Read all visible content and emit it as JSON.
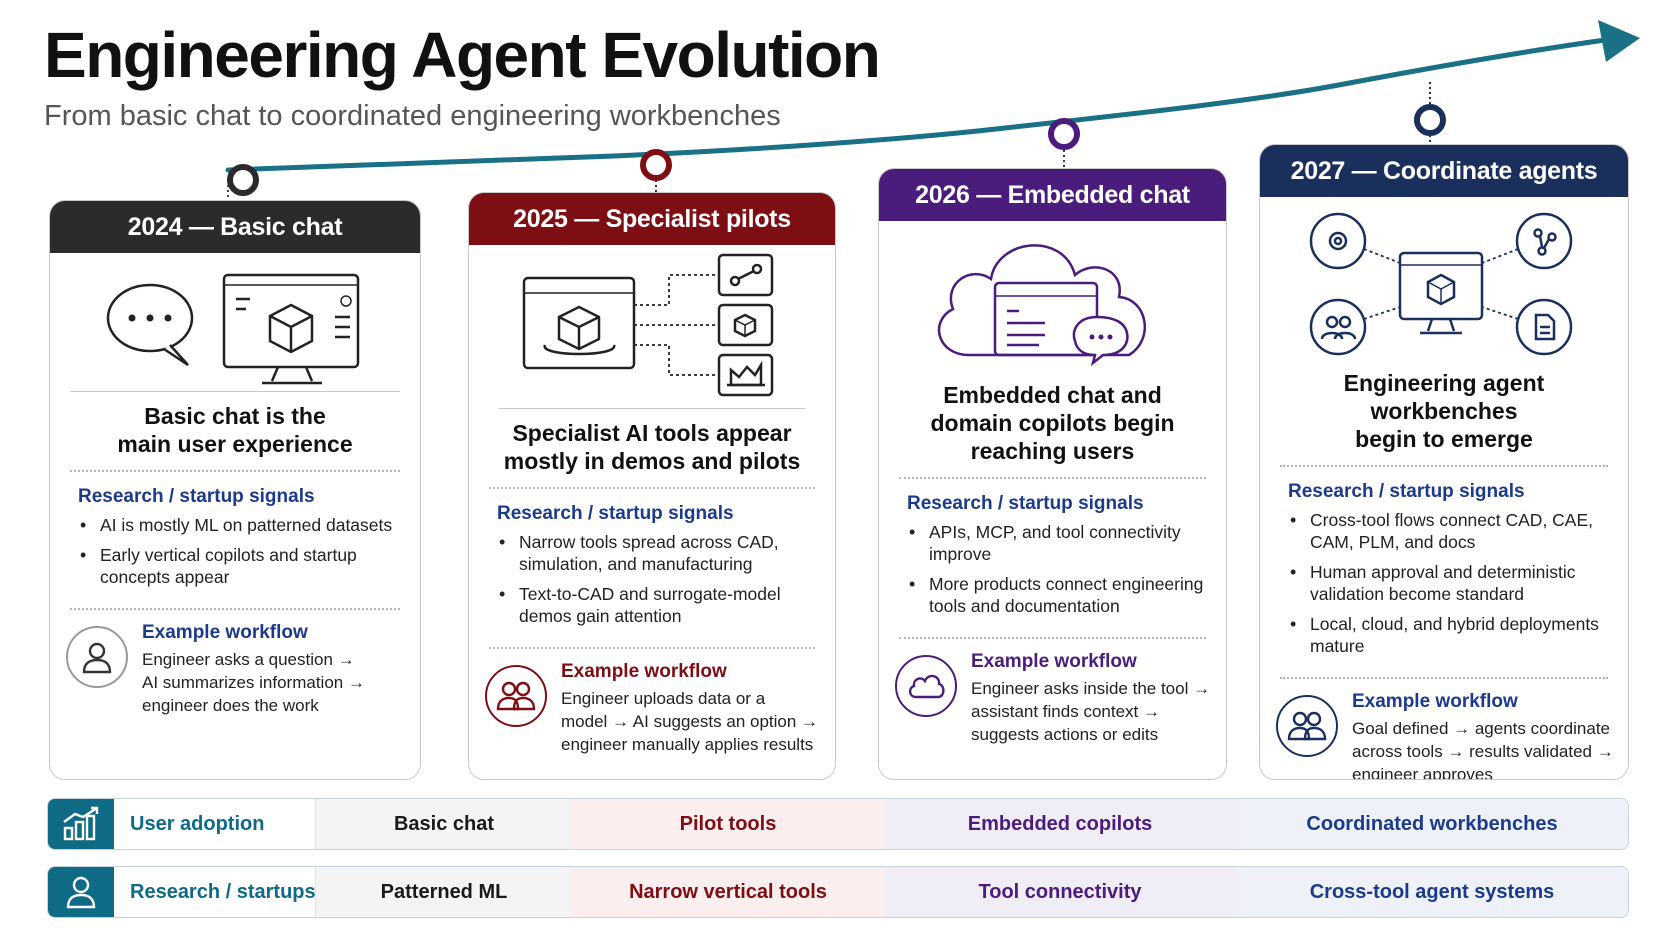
{
  "title": "Engineering Agent Evolution",
  "subtitle": "From basic chat to coordinated engineering workbenches",
  "colors": {
    "c2024": "#2b2b2b",
    "c2025": "#7d0e14",
    "c2026": "#4a1c7c",
    "c2027": "#1b2f5c",
    "trend": "#1a7186",
    "bar_accent": "#0f6a85"
  },
  "cards": [
    {
      "header": "2024 — Basic chat",
      "headline_1": "Basic chat is the",
      "headline_2": "main user experience",
      "research_title": "Research / startup signals",
      "signals": [
        "AI is mostly ML on patterned datasets",
        "Early vertical copilots and startup concepts appear"
      ],
      "workflow_title": "Example workflow",
      "workflow_lines": [
        "Engineer asks a question →",
        "AI summarizes information →",
        "engineer does the work"
      ]
    },
    {
      "header": "2025 — Specialist pilots",
      "headline_1": "Specialist AI tools appear",
      "headline_2": "mostly in demos and pilots",
      "research_title": "Research / startup signals",
      "signals": [
        "Narrow tools spread across CAD, simulation, and manufacturing",
        "Text-to-CAD and surrogate-model demos gain attention"
      ],
      "workflow_title": "Example workflow",
      "workflow_lines": [
        "Engineer uploads data or a",
        "model → AI suggests an option →",
        "engineer manually applies results"
      ]
    },
    {
      "header": "2026 — Embedded chat",
      "headline_1": "Embedded chat and",
      "headline_2": "domain copilots begin",
      "headline_3": "reaching users",
      "research_title": "Research / startup signals",
      "signals": [
        "APIs, MCP, and tool connectivity improve",
        "More products connect engineering tools and documentation"
      ],
      "workflow_title": "Example workflow",
      "workflow_lines": [
        "Engineer asks inside the tool →",
        "assistant finds context →",
        "suggests actions or edits"
      ]
    },
    {
      "header": "2027 — Coordinate agents",
      "headline_1": "Engineering agent workbenches",
      "headline_2": "begin to emerge",
      "research_title": "Research / startup signals",
      "signals": [
        "Cross-tool flows connect CAD, CAE, CAM, PLM, and docs",
        "Human approval and deterministic validation become standard",
        "Local, cloud, and hybrid deployments mature"
      ],
      "workflow_title": "Example workflow",
      "workflow_lines": [
        "Goal defined → agents coordinate",
        "across tools → results validated →",
        "engineer approves"
      ]
    }
  ],
  "bars": [
    {
      "label": "User adoption",
      "icon": "bar-chart-growth-icon",
      "cells": [
        "Basic chat",
        "Pilot tools",
        "Embedded copilots",
        "Coordinated workbenches"
      ]
    },
    {
      "label": "Research / startups",
      "icon": "person-icon",
      "cells": [
        "Patterned ML",
        "Narrow vertical tools",
        "Tool connectivity",
        "Cross-tool agent systems"
      ]
    }
  ]
}
